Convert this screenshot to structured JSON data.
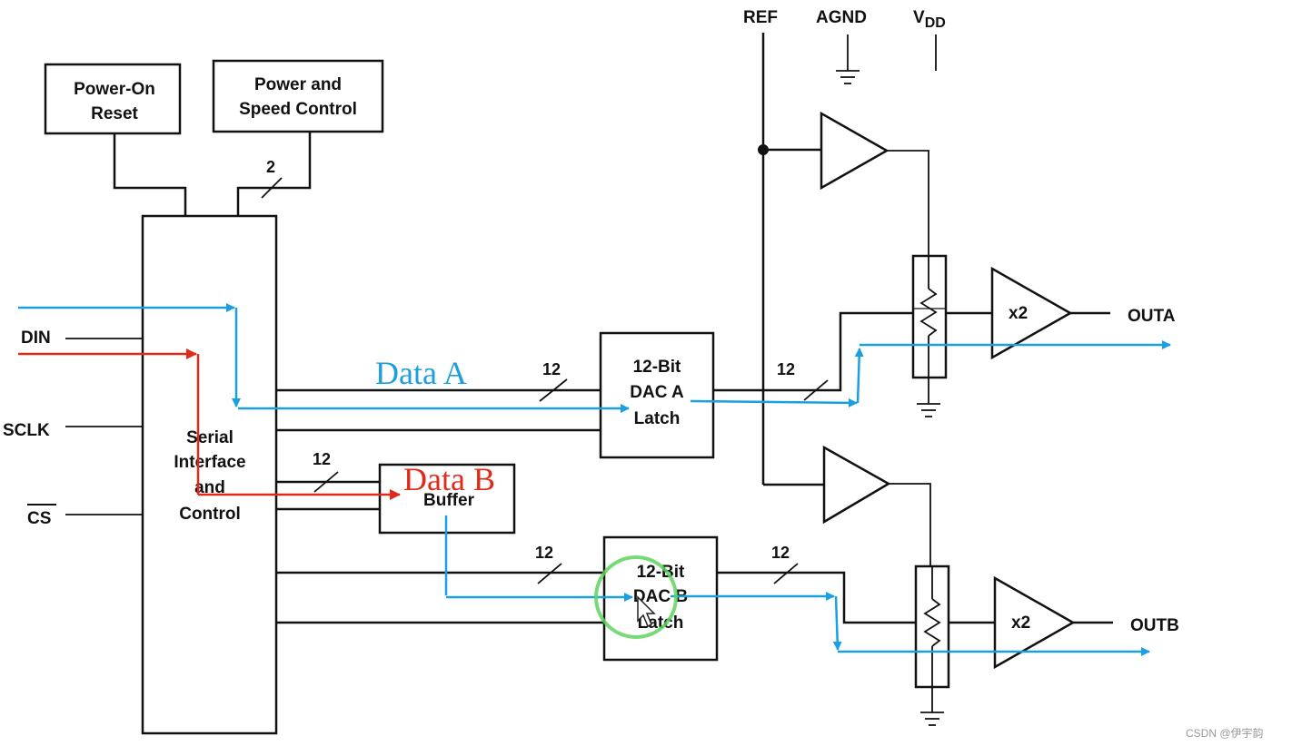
{
  "blocks": {
    "power_on_reset": [
      "Power-On",
      "Reset"
    ],
    "power_speed": [
      "Power and",
      "Speed Control"
    ],
    "serial": [
      "Serial",
      "Interface",
      "and",
      "Control"
    ],
    "buffer": "Buffer",
    "dac_a": [
      "12-Bit",
      "DAC A",
      "Latch"
    ],
    "dac_b": [
      "12-Bit",
      "DAC B",
      "Latch"
    ]
  },
  "pins": {
    "din": "DIN",
    "sclk": "SCLK",
    "cs": "CS",
    "ref": "REF",
    "agnd": "AGND",
    "vdd_main": "V",
    "vdd_sub": "DD",
    "outa": "OUTA",
    "outb": "OUTB"
  },
  "bus_widths": {
    "power_control": "2",
    "data_a_in": "12",
    "data_a_out": "12",
    "buffer_in": "12",
    "data_b_in": "12",
    "data_b_out": "12"
  },
  "amp_gain": "x2",
  "annotations": {
    "data_a": "Data A",
    "data_b": "Data B"
  },
  "colors": {
    "line": "#111111",
    "data_a_path": "#1a9fe0",
    "data_b_path": "#e02a1a",
    "cursor_highlight": "#5fd35f"
  },
  "watermark": "CSDN @伊宇韵"
}
